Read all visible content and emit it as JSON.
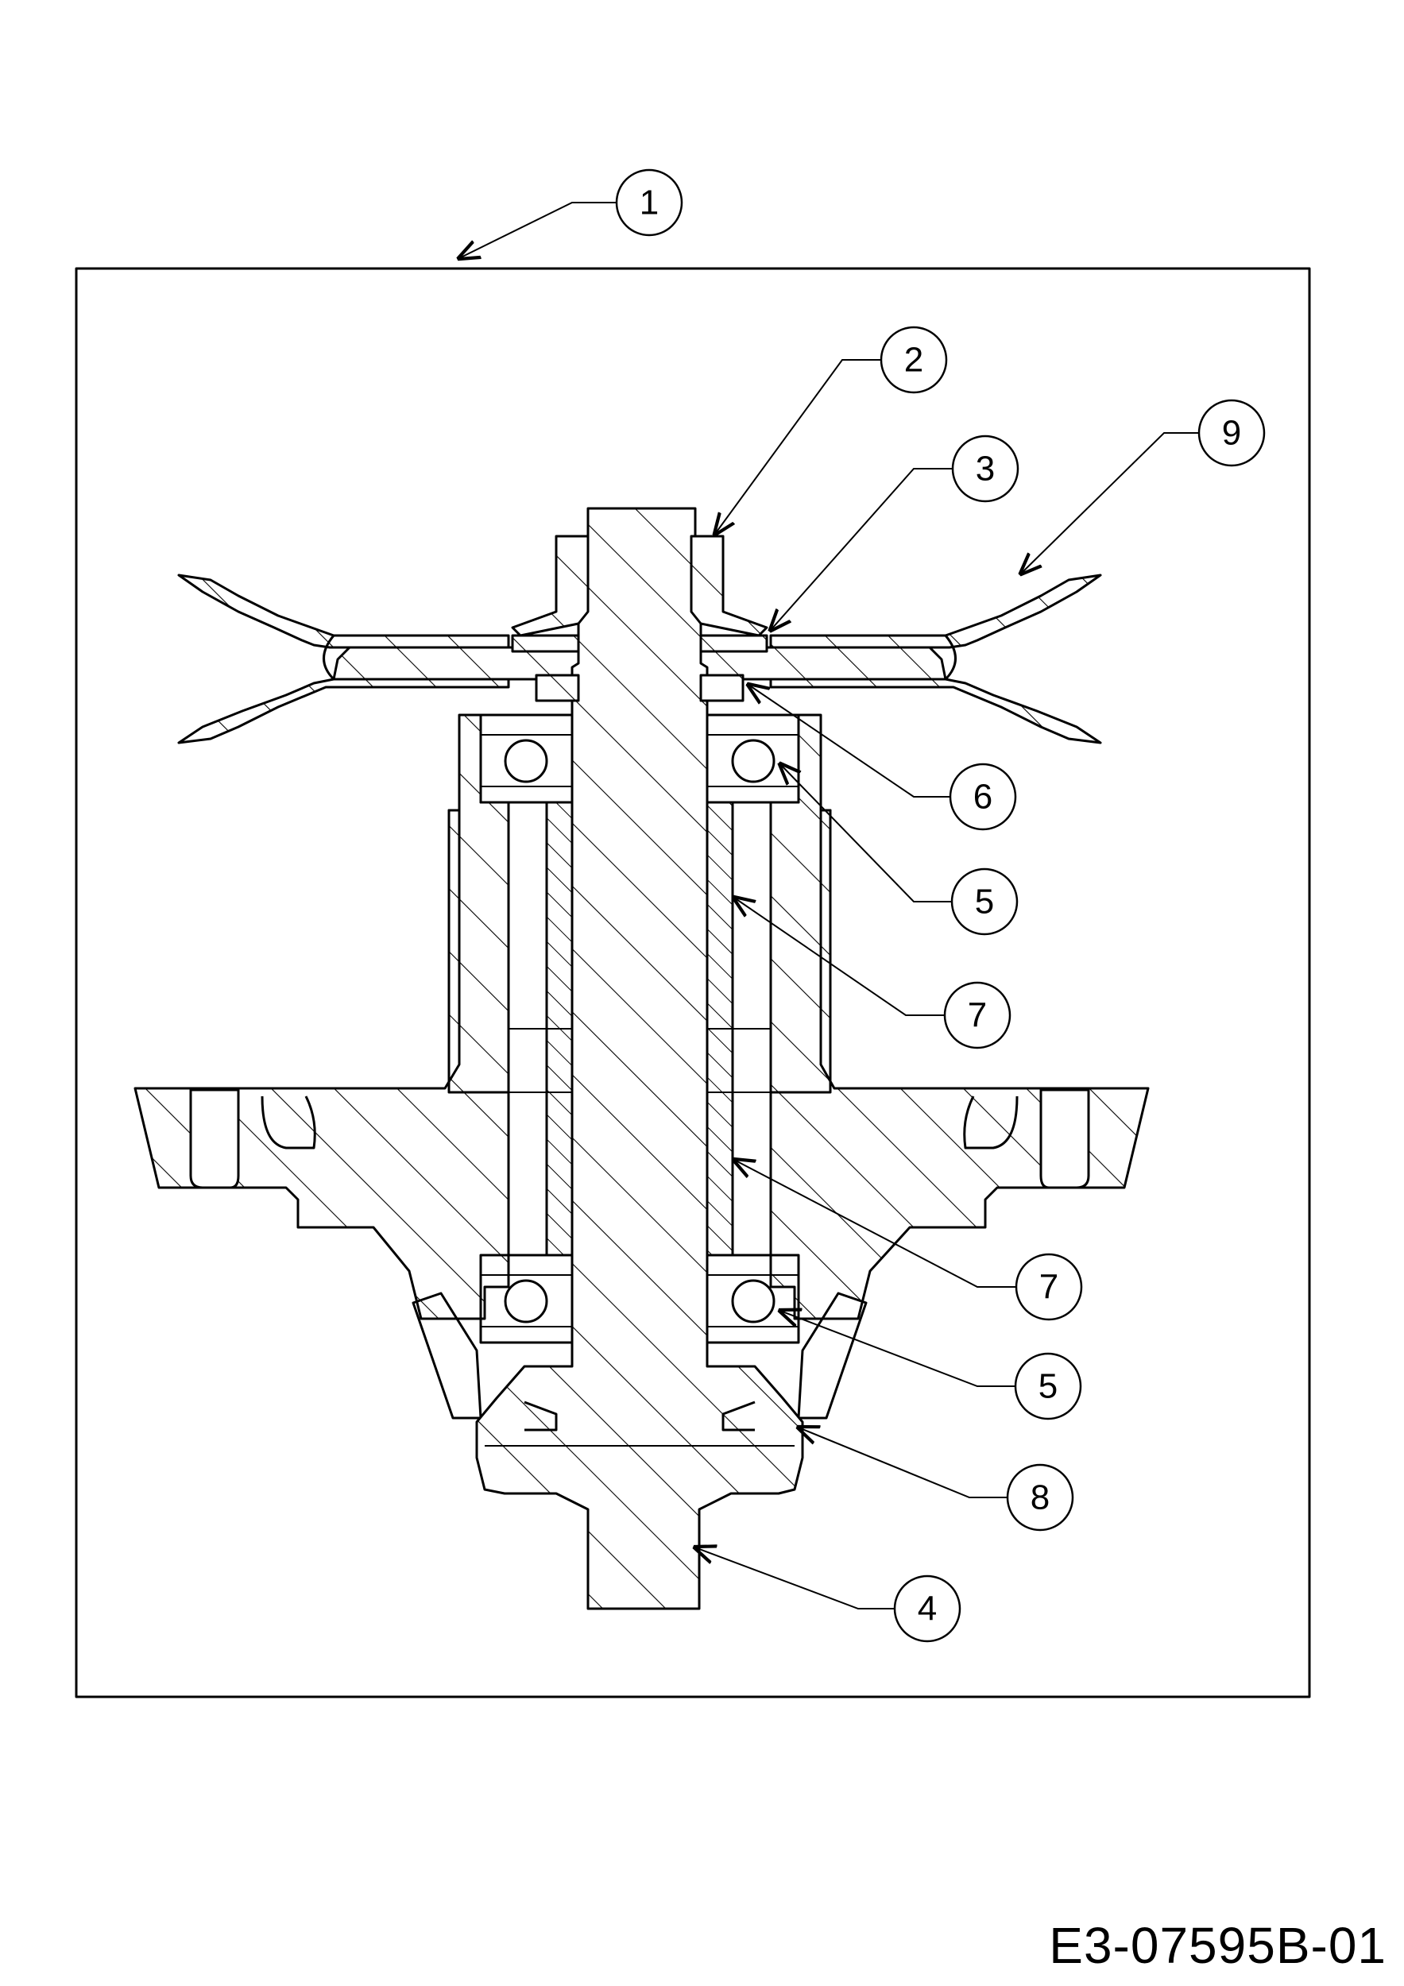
{
  "diagram_code": "E3-07595B-01",
  "callouts": [
    {
      "id": "c1",
      "label": "1"
    },
    {
      "id": "c2",
      "label": "2"
    },
    {
      "id": "c3",
      "label": "3"
    },
    {
      "id": "c9",
      "label": "9"
    },
    {
      "id": "c6",
      "label": "6"
    },
    {
      "id": "c5a",
      "label": "5"
    },
    {
      "id": "c7a",
      "label": "7"
    },
    {
      "id": "c7b",
      "label": "7"
    },
    {
      "id": "c5b",
      "label": "5"
    },
    {
      "id": "c8",
      "label": "8"
    },
    {
      "id": "c4",
      "label": "4"
    }
  ]
}
